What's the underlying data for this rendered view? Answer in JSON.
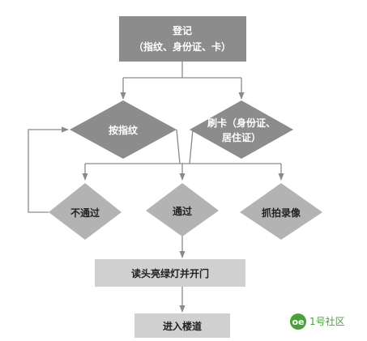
{
  "flowchart": {
    "register": {
      "line1": "登记",
      "line2": "（指纹、身份证、卡）"
    },
    "press_fingerprint": "按指纹",
    "swipe_card": {
      "line1": "刷卡（身份证、",
      "line2": "居住证）"
    },
    "fail": "不通过",
    "pass": "通过",
    "capture_video": "抓拍录像",
    "reader_light": "读头亮绿灯并开门",
    "enter_building": "进入楼道"
  },
  "watermark": {
    "text": "1号社区",
    "mark": "oe"
  },
  "colors": {
    "dark_gray": "#8c8c8c",
    "mid_gray": "#b3b3b3",
    "light_gray": "#d0d0d0",
    "line": "#8a8a8a",
    "logo_green": "#4aa13a"
  }
}
